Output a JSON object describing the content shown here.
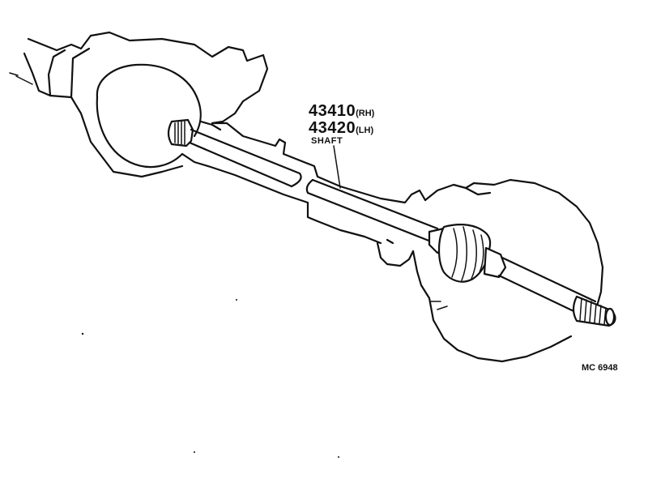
{
  "callout": {
    "part_rh": {
      "number": "43410",
      "side": "(RH)"
    },
    "part_lh": {
      "number": "43420",
      "side": "(LH)"
    },
    "name": "SHAFT"
  },
  "figure_code": "MC 6948",
  "colors": {
    "ink": "#111111",
    "background": "#ffffff"
  },
  "icons": [
    "axle-housing-illustration",
    "drive-shaft-illustration",
    "cv-boot-illustration",
    "splined-end-illustration"
  ]
}
